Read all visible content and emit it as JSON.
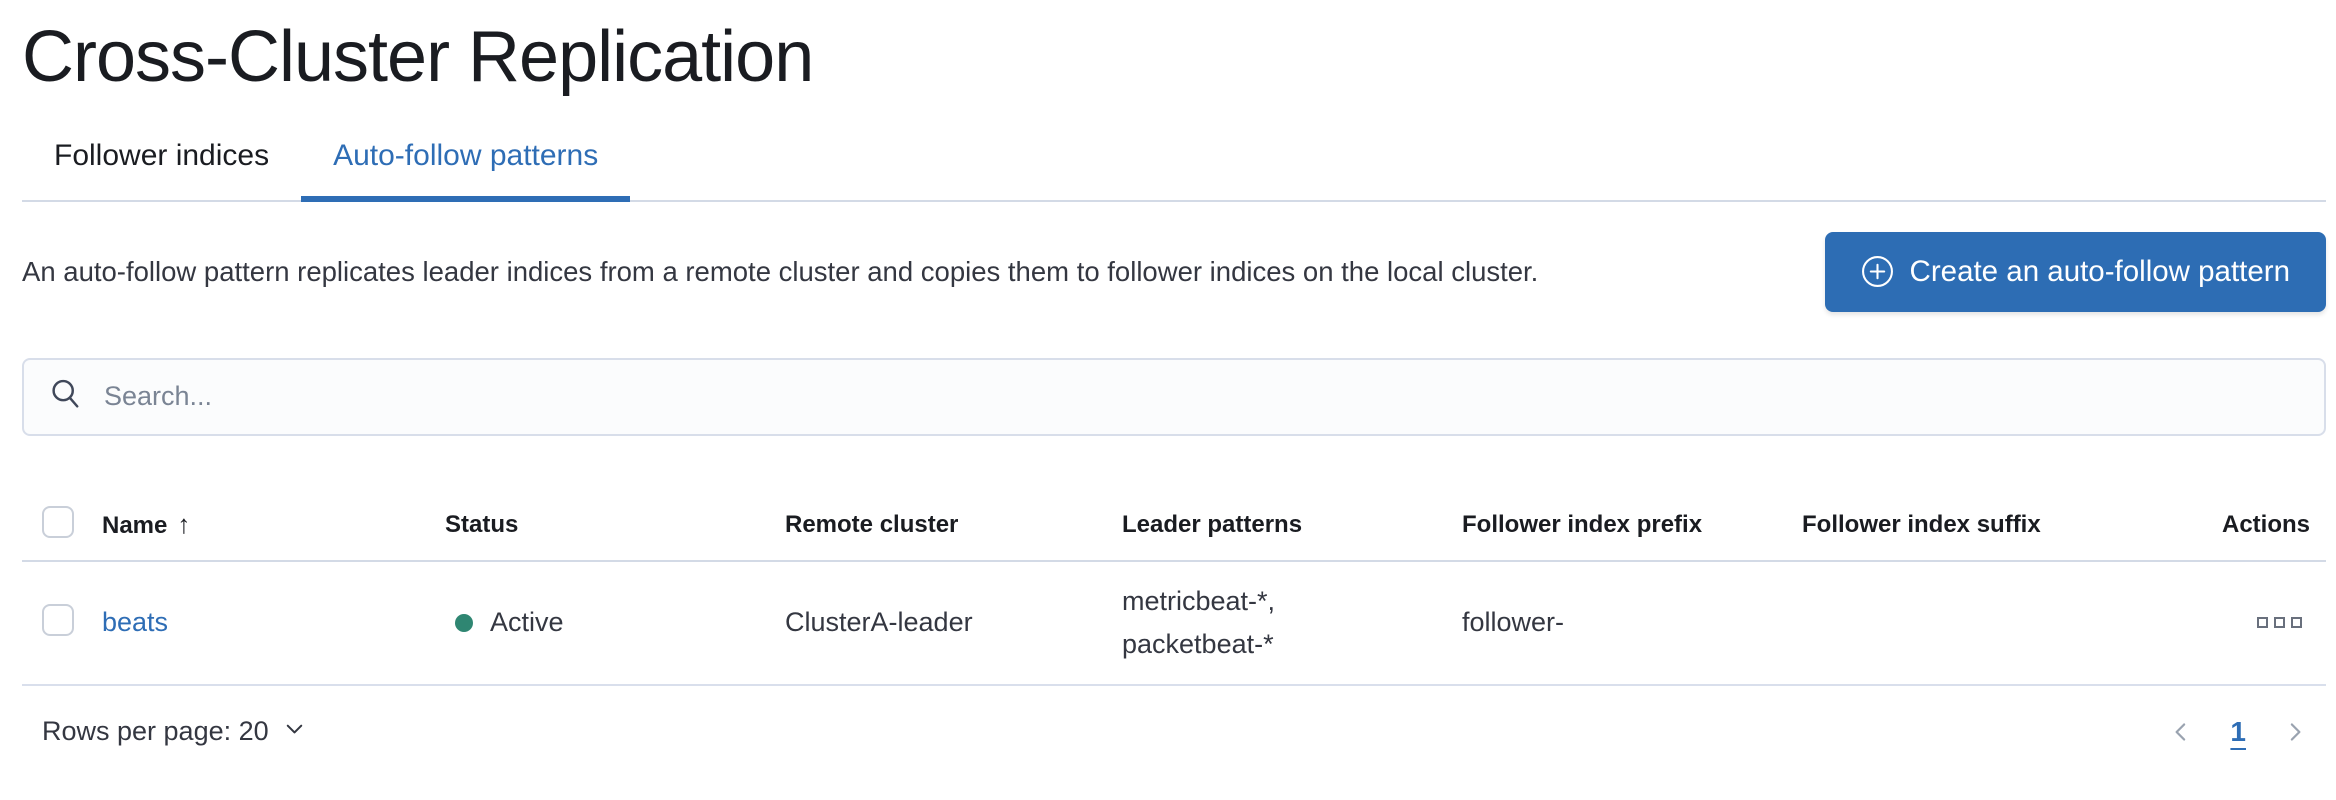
{
  "page": {
    "title": "Cross-Cluster Replication"
  },
  "tabs": [
    {
      "label": "Follower indices",
      "active": false
    },
    {
      "label": "Auto-follow patterns",
      "active": true
    }
  ],
  "header": {
    "description": "An auto-follow pattern replicates leader indices from a remote cluster and copies them to follower indices on the local cluster.",
    "create_button_label": "Create an auto-follow pattern",
    "create_button_icon": "plus-in-circle-icon"
  },
  "search": {
    "placeholder": "Search...",
    "value": "",
    "icon": "search-icon"
  },
  "table": {
    "columns": [
      "Name",
      "Status",
      "Remote cluster",
      "Leader patterns",
      "Follower index prefix",
      "Follower index suffix",
      "Actions"
    ],
    "sort": {
      "column": "Name",
      "direction": "ascending",
      "arrow": "↑"
    },
    "rows": [
      {
        "name": "beats",
        "status": "Active",
        "remote_cluster": "ClusterA-leader",
        "leader_patterns": [
          "metricbeat-*,",
          "packetbeat-*"
        ],
        "follower_index_prefix": "follower-",
        "follower_index_suffix": "",
        "actions_icon": "boxes-horizontal-icon"
      }
    ]
  },
  "pagination": {
    "rows_per_page_label": "Rows per page: 20",
    "current_page": "1",
    "prev_icon": "chevron-left-icon",
    "next_icon": "chevron-right-icon"
  },
  "colors": {
    "primary": "#2d6db4",
    "link": "#2e6db5",
    "status_active_dot": "#2f8672",
    "text": "#343741",
    "title_text": "#1a1c21",
    "muted_icon": "#69707d",
    "divider": "#d3dae6",
    "search_background": "#fbfcfd"
  }
}
